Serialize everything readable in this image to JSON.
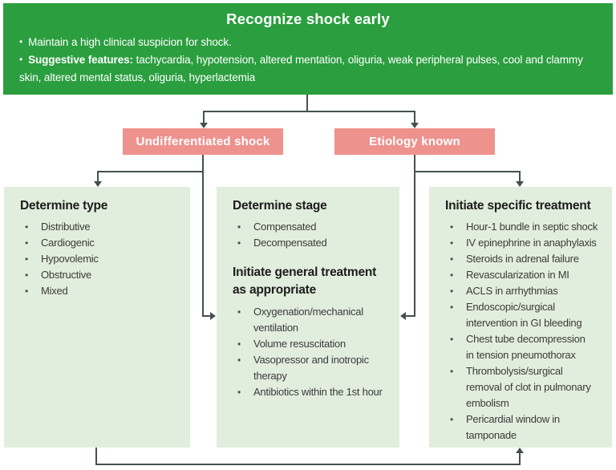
{
  "colors": {
    "banner_green": "#2b9e3f",
    "box_pink": "#ee928e",
    "box_light_green": "#e2eedd",
    "connector": "#44514f"
  },
  "banner": {
    "title": "Recognize shock early",
    "bullet_glyph": "•",
    "bullet1": "Maintain a high clinical suspicion for shock.",
    "bullet2_bold": "Suggestive features:",
    "bullet2_rest": "tachycardia, hypotension, altered mentation, oliguria, weak peripheral pulses, cool and clammy skin, altered mental status, oliguria, hyperlactemia"
  },
  "decision": {
    "left": "Undifferentiated shock",
    "right": "Etiology known"
  },
  "columns": {
    "left": {
      "title": "Determine type",
      "items": [
        "Distributive",
        "Cardiogenic",
        "Hypovolemic",
        "Obstructive",
        "Mixed"
      ]
    },
    "middle": {
      "section1_title": "Determine stage",
      "section1_items": [
        "Compensated",
        "Decompensated"
      ],
      "section2_title": "Initiate general treatment\nas appropriate",
      "section2_items": [
        "Oxygenation/mechanical\nventilation",
        "Volume resuscitation",
        "Vasopressor and inotropic\ntherapy",
        "Antibiotics within the 1st hour"
      ]
    },
    "right": {
      "title": "Initiate specific treatment",
      "items": [
        "Hour-1 bundle in septic shock",
        "IV epinephrine in anaphylaxis",
        "Steroids in adrenal failure",
        "Revascularization in MI",
        "ACLS in arrhythmias",
        "Endoscopic/surgical\nintervention in GI bleeding",
        "Chest tube decompression\nin tension pneumothorax",
        "Thrombolysis/surgical\nremoval of clot in pulmonary\nembolism",
        "Pericardial window in\ntamponade"
      ]
    }
  }
}
